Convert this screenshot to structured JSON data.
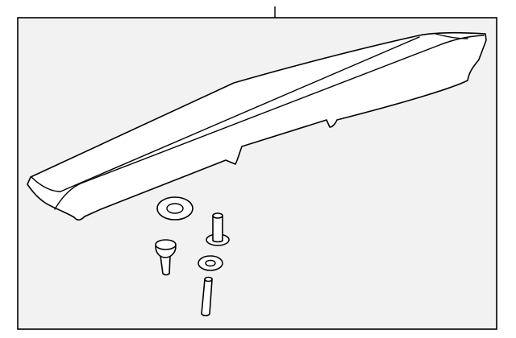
{
  "diagram": {
    "type": "exploded-parts-illustration",
    "background_color": "#ffffff",
    "panel_color": "#f2f2f2",
    "line_color": "#000000",
    "parts": [
      {
        "name": "rear-spoiler"
      },
      {
        "name": "grommet"
      },
      {
        "name": "stud-bolt"
      },
      {
        "name": "push-clip"
      },
      {
        "name": "washer"
      },
      {
        "name": "pin"
      }
    ]
  }
}
